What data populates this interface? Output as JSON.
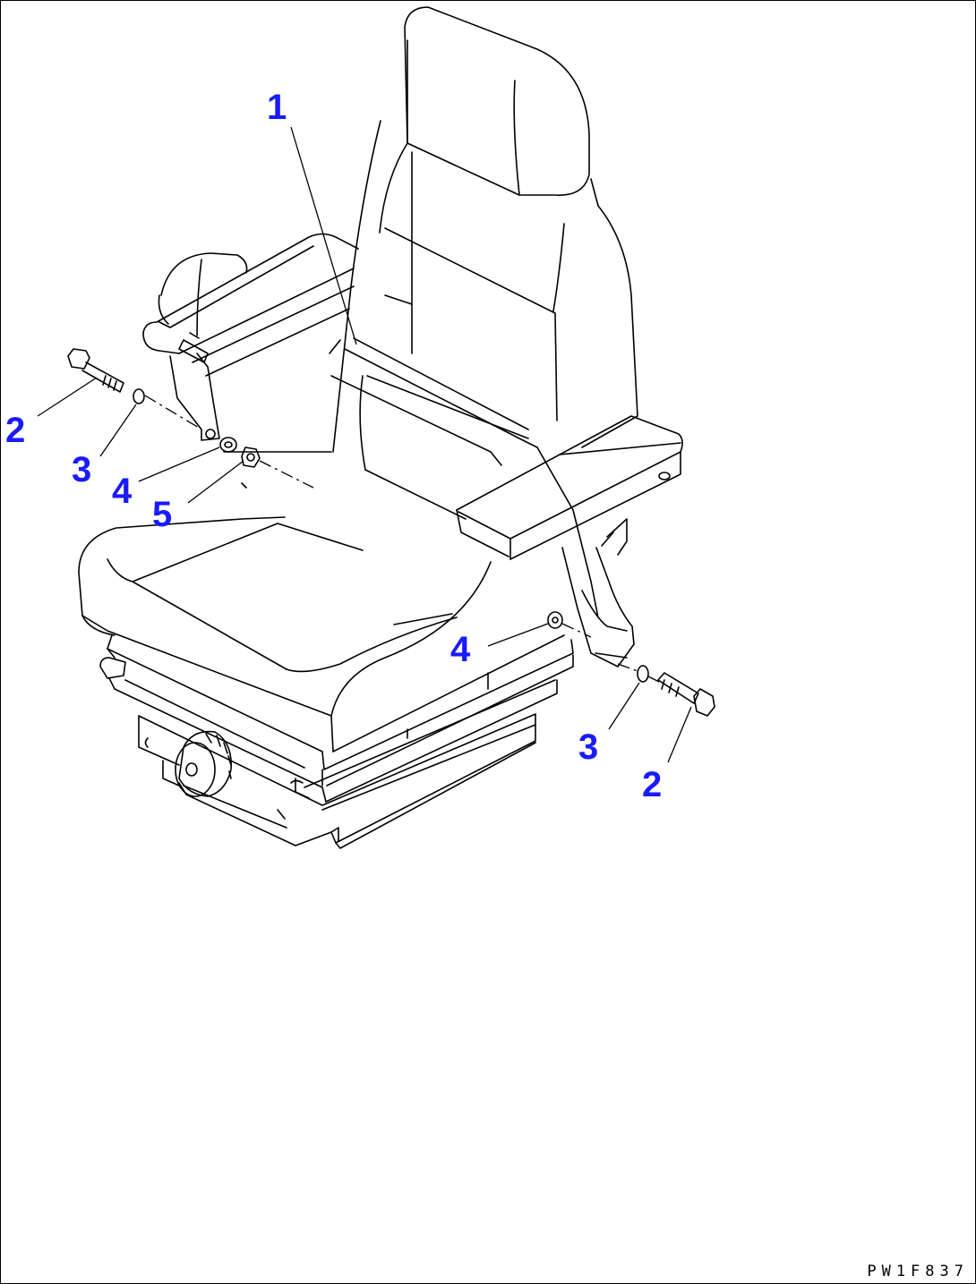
{
  "diagram": {
    "accent_color": "#1a1aff",
    "callouts": [
      {
        "id": "c1",
        "label": "1"
      },
      {
        "id": "c2a",
        "label": "2"
      },
      {
        "id": "c3a",
        "label": "3"
      },
      {
        "id": "c4a",
        "label": "4"
      },
      {
        "id": "c5",
        "label": "5"
      },
      {
        "id": "c4b",
        "label": "4"
      },
      {
        "id": "c3b",
        "label": "3"
      },
      {
        "id": "c2b",
        "label": "2"
      }
    ],
    "reference_code": "PW1F837"
  }
}
